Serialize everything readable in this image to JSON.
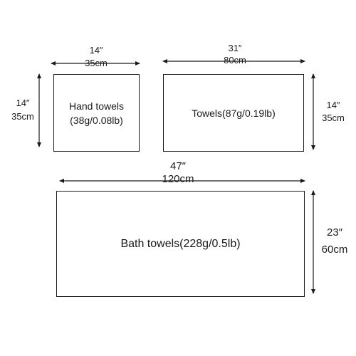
{
  "towels": [
    {
      "id": "hand",
      "name_line1": "Hand towels",
      "name_line2": "(38g/0.08lb)",
      "width_in": "14″",
      "width_cm": "35cm",
      "height_in": "14″",
      "height_cm": "35cm"
    },
    {
      "id": "towel",
      "name_line1": "Towels(87g/0.19lb)",
      "width_in": "31″",
      "width_cm": "80cm",
      "height_in": "14″",
      "height_cm": "35cm"
    },
    {
      "id": "bath",
      "name_line1": "Bath towels(228g/0.5lb)",
      "width_in": "47″",
      "width_cm": "120cm",
      "height_in": "23″",
      "height_cm": "60cm"
    }
  ]
}
